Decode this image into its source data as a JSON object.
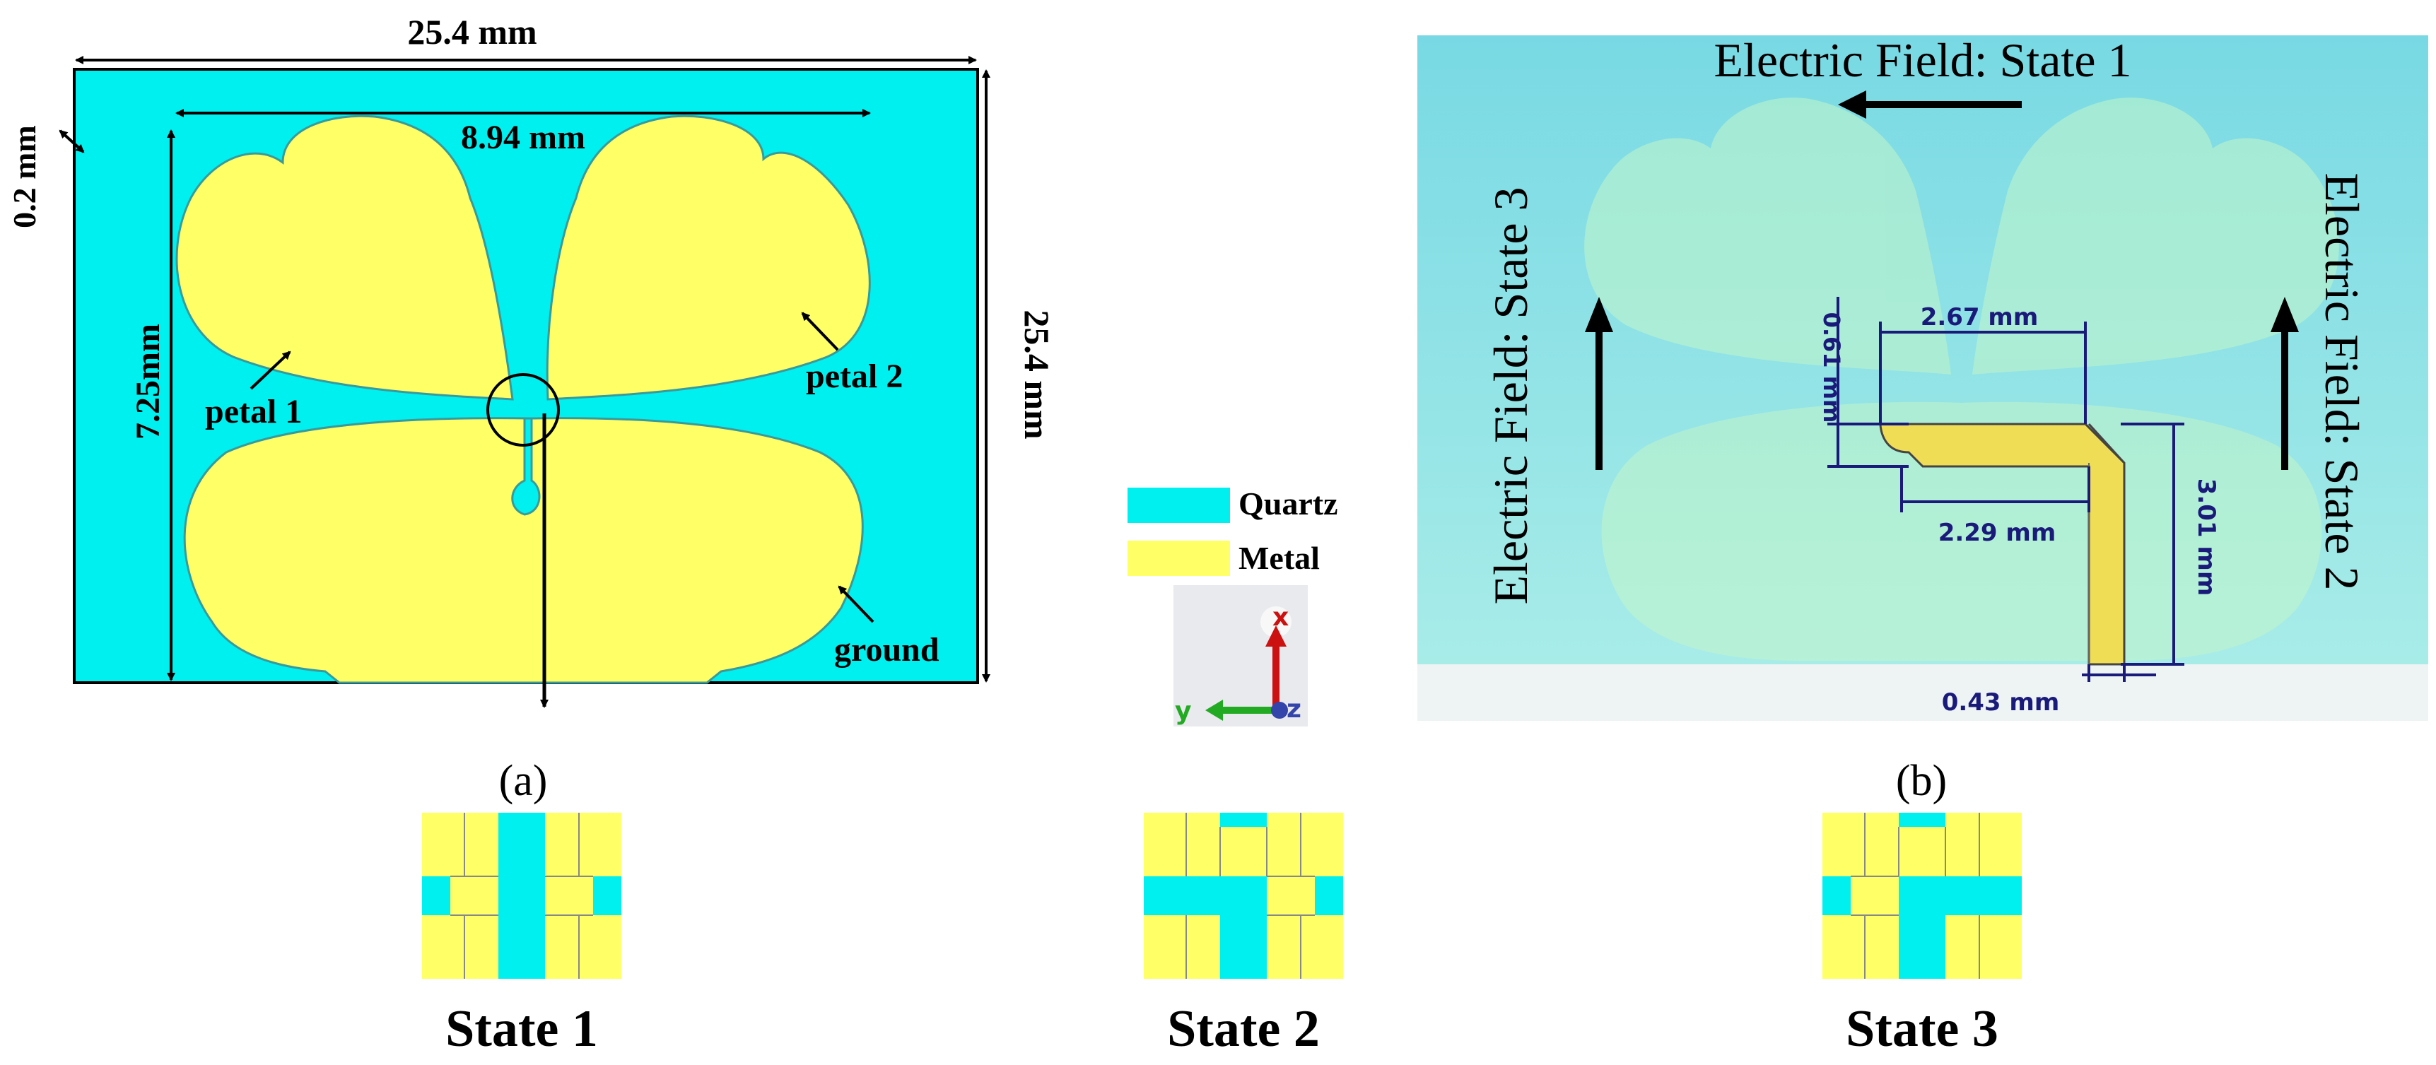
{
  "panel_a": {
    "caption": "(a)",
    "dims": {
      "top_width": "25.4 mm",
      "right_height": "25.4 mm",
      "petal_span": "8.94 mm",
      "petal_height": "7.25mm",
      "margin": "0.2 mm"
    },
    "labels": {
      "petal1": "petal 1",
      "petal2": "petal 2",
      "ground": "ground"
    }
  },
  "legend": {
    "items": [
      {
        "label": "Quartz",
        "color": "#00f0f0"
      },
      {
        "label": "Metal",
        "color": "#ffff66"
      }
    ],
    "axes": {
      "x": "x",
      "y": "y",
      "z": "z"
    }
  },
  "panel_b": {
    "caption": "(b)",
    "field_labels": {
      "state1": "Electric Field: State 1",
      "state2": "Electric Field: State 2",
      "state3": "Electric Field: State 3"
    },
    "dims": {
      "top": "2.67 mm",
      "left_vertical": "0.61 mm",
      "bottom": "2.29 mm",
      "right_vertical": "3.01 mm",
      "base": "0.43 mm"
    }
  },
  "states": [
    {
      "label": "State 1"
    },
    {
      "label": "State 2"
    },
    {
      "label": "State 3"
    }
  ],
  "colors": {
    "quartz": "#00f0f0",
    "metal": "#ffff66",
    "dim_blue": "#1a1a7a",
    "panel_b_bg": "#7fdde6"
  }
}
